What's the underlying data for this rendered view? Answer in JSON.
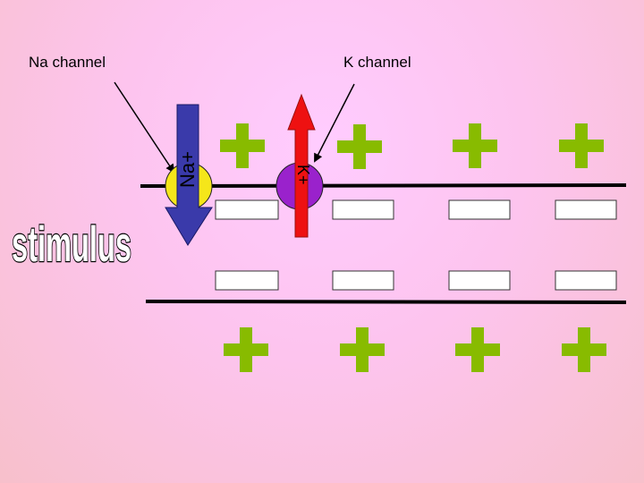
{
  "labels": {
    "na_channel": "Na channel",
    "k_channel": "K channel",
    "stimulus": "stimulus",
    "na_ion": "Na+",
    "k_ion": "K+"
  },
  "colors": {
    "background": "#fcc8f0",
    "membrane": "#000000",
    "plus_sign": "#88bb00",
    "na_channel": "#f5e61a",
    "k_channel": "#9a22cc",
    "na_arrow": "#3a3aaa",
    "k_arrow": "#ee1111",
    "negative_box": "#ffffff"
  },
  "charges": {
    "outside_top": "+",
    "inside": "-",
    "outside_bottom": "+"
  }
}
